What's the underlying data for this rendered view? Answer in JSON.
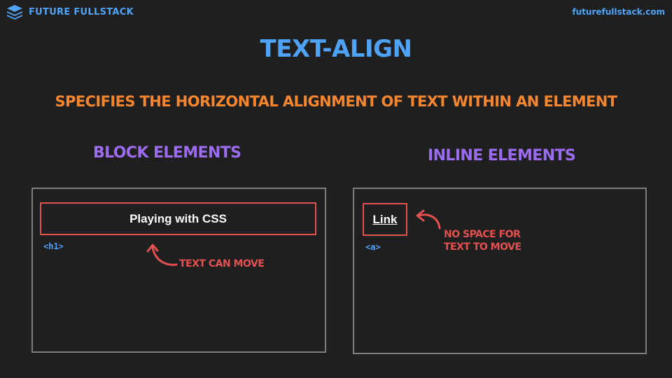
{
  "header": {
    "brand_name": "FUTURE FULLSTACK",
    "brand_icon": "stack-layers-icon",
    "site_url": "futurefullstack.com"
  },
  "slide": {
    "title": "TEXT-ALIGN",
    "subtitle": "SPECIFIES THE HORIZONTAL ALIGNMENT OF TEXT WITHIN AN ELEMENT"
  },
  "block_section": {
    "heading": "BLOCK ELEMENTS",
    "element_text": "Playing with CSS",
    "tag_label": "<h1>",
    "note": "TEXT CAN MOVE"
  },
  "inline_section": {
    "heading": "INLINE ELEMENTS",
    "element_text": "Link",
    "tag_label": "<a>",
    "note_line1": "NO SPACE FOR",
    "note_line2": "TEXT TO MOVE"
  },
  "colors": {
    "background": "#1f1f1f",
    "brand_blue": "#4fa3f7",
    "orange": "#f5862d",
    "purple": "#9b6cf0",
    "red": "#e35050",
    "panel_border": "#7d7d7d"
  }
}
